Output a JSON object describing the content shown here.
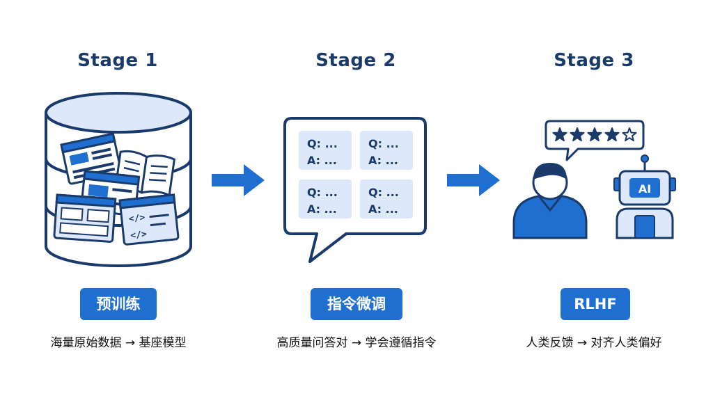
{
  "stages": [
    {
      "title": "Stage 1",
      "badge": "预训练",
      "description": "海量原始数据 → 基座模型",
      "code_glyph_top": "</>",
      "code_glyph_bottom": "</>"
    },
    {
      "title": "Stage 2",
      "badge": "指令微调",
      "description": "高质量问答对 → 学会遵循指令",
      "qa_cards": [
        {
          "q": "Q: ...",
          "a": "A: ..."
        },
        {
          "q": "Q: ...",
          "a": "A: ..."
        },
        {
          "q": "Q: ...",
          "a": "A: ..."
        },
        {
          "q": "Q: ...",
          "a": "A: ..."
        }
      ]
    },
    {
      "title": "Stage 3",
      "badge": "RLHF",
      "description": "人类反馈 → 对齐人类偏好",
      "robot_label": "AI",
      "rating": {
        "filled": 4,
        "total": 5
      }
    }
  ],
  "colors": {
    "title": "#1a3a6b",
    "accent": "#1f6fd1",
    "light_fill": "#dde9fb",
    "outline": "#1a3a6b"
  },
  "icons": [
    "database-cylinder-icon",
    "document-window-icon",
    "open-book-icon",
    "code-window-icon",
    "right-arrow-icon",
    "speech-bubble-icon",
    "person-icon",
    "robot-icon",
    "star-icon"
  ]
}
